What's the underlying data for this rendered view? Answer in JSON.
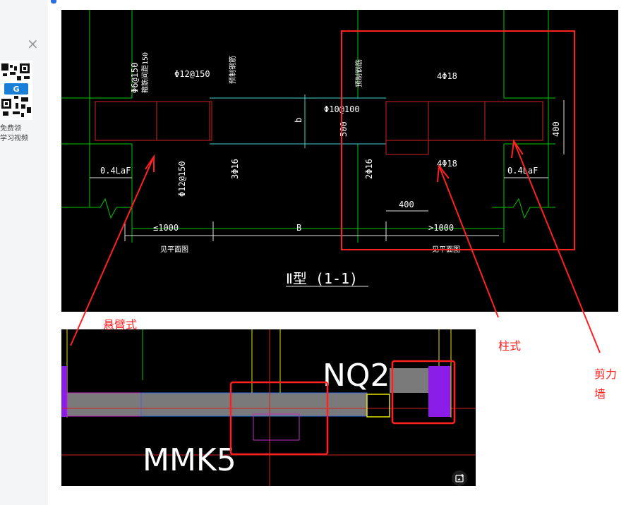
{
  "sidebar": {
    "close_glyph": "×",
    "promo_line1": "免费领",
    "promo_line2": "学习视频"
  },
  "figure1": {
    "left_labels": {
      "phi6": "Φ6@150",
      "note1": "箍筋间距150",
      "phi12a": "Φ12@150",
      "note2": "预制钢筋",
      "anchor": "0.4LaF",
      "phi12b": "Φ12@150",
      "bars": "3Φ16"
    },
    "right_labels": {
      "note": "预制钢筋",
      "top_bars": "4Φ18",
      "stirrup": "Φ10@100",
      "dim500": "500",
      "side_bars": "2Φ16",
      "bottom_bars": "4Φ18",
      "dim400a": "400",
      "dim400b": "400",
      "anchor": "0.4LaF"
    },
    "dims": {
      "b": "b",
      "left_len": "≤1000",
      "B": "B",
      "right_len": ">1000",
      "left_note": "见平面图",
      "right_note": "见平面图"
    },
    "title": "Ⅱ型 (1-1)"
  },
  "figure2": {
    "label_nq": "NQ2",
    "label_mmk": "MMK5"
  },
  "annotations": {
    "cantilever": "悬臂式",
    "column": "柱式",
    "shear1": "剪力",
    "shear2": "墙"
  },
  "colors": {
    "annotation_red": "#ff2020",
    "cad_green": "#00c800",
    "cad_cyan": "#3fd3d3",
    "cad_magenta": "#c030c0",
    "cad_yellow": "#e6e600",
    "cad_red": "#d42020"
  }
}
